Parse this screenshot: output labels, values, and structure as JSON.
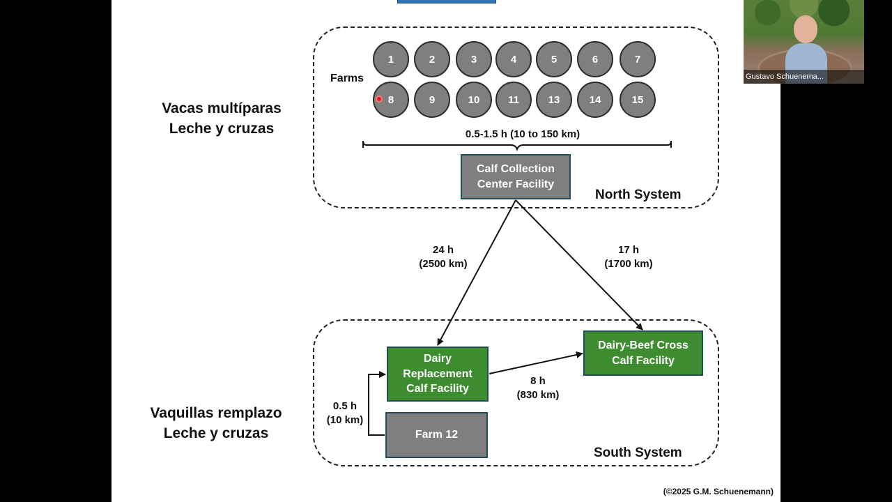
{
  "slide": {
    "north": {
      "farms_label": "Farms",
      "farms_row1": [
        "1",
        "2",
        "3",
        "4",
        "5",
        "6",
        "7"
      ],
      "farms_row2": [
        "8",
        "9",
        "10",
        "11",
        "13",
        "14",
        "15"
      ],
      "distance": "0.5-1.5 h (10 to 150 km)",
      "collection_line1": "Calf Collection",
      "collection_line2": "Center Facility",
      "system_label": "North System"
    },
    "left_top_line1": "Vacas multíparas",
    "left_top_line2": "Leche y cruzas",
    "left_bottom_line1": "Vaquillas remplazo",
    "left_bottom_line2": "Leche y cruzas",
    "route_left_time": "24 h",
    "route_left_dist": "(2500 km)",
    "route_right_time": "17 h",
    "route_right_dist": "(1700 km)",
    "south": {
      "dairy_line1": "Dairy",
      "dairy_line2": "Replacement",
      "dairy_line3": "Calf Facility",
      "cross_line1": "Dairy-Beef Cross",
      "cross_line2": "Calf Facility",
      "farm12": "Farm 12",
      "mid_time": "8 h",
      "mid_dist": "(830 km)",
      "short_time": "0.5 h",
      "short_dist": "(10 km)",
      "system_label": "South System"
    },
    "copyright": "(©2025 G.M. Schuenemann)"
  },
  "video": {
    "participant_name": "Gustavo Schuenema..."
  },
  "colors": {
    "farm_gray": "#7f7f7f",
    "box_green": "#3d8c2f",
    "accent_blue": "#2e75b6"
  }
}
